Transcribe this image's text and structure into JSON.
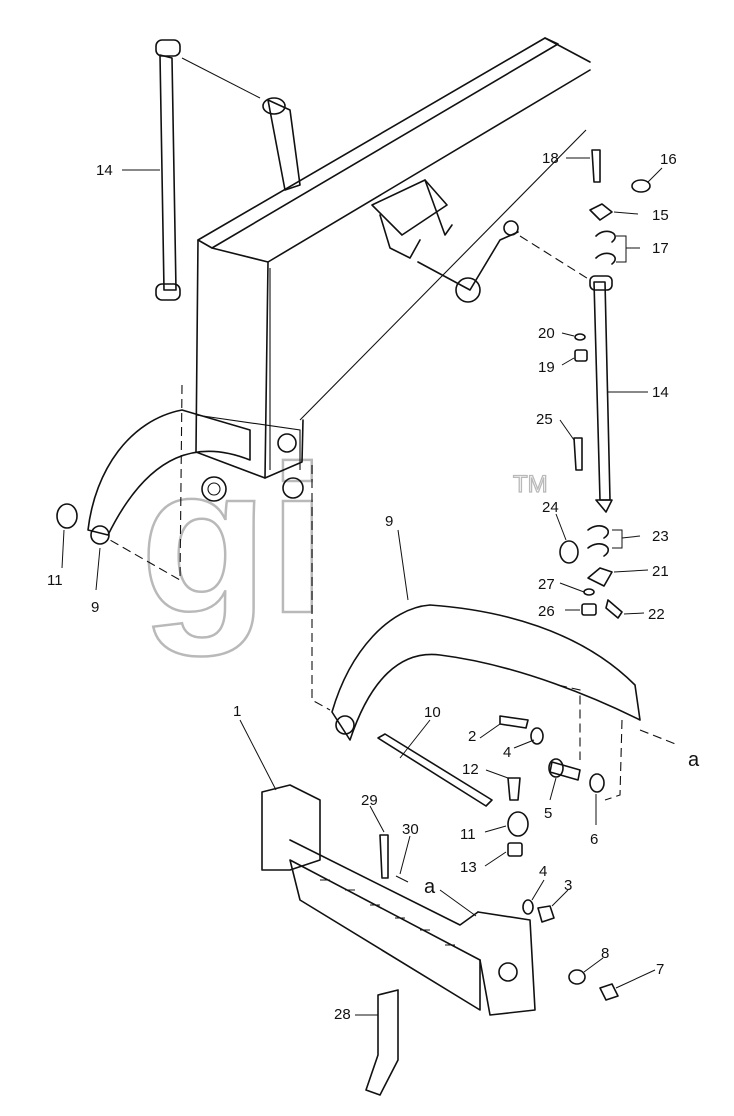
{
  "watermark": {
    "text": "gi",
    "trademark": "TM"
  },
  "callouts": [
    {
      "id": "c14a",
      "text": "14"
    },
    {
      "id": "c18",
      "text": "18"
    },
    {
      "id": "c16",
      "text": "16"
    },
    {
      "id": "c15",
      "text": "15"
    },
    {
      "id": "c17",
      "text": "17"
    },
    {
      "id": "c20",
      "text": "20"
    },
    {
      "id": "c19",
      "text": "19"
    },
    {
      "id": "c14b",
      "text": "14"
    },
    {
      "id": "c25",
      "text": "25"
    },
    {
      "id": "c24",
      "text": "24"
    },
    {
      "id": "c23",
      "text": "23"
    },
    {
      "id": "c21",
      "text": "21"
    },
    {
      "id": "c27",
      "text": "27"
    },
    {
      "id": "c26",
      "text": "26"
    },
    {
      "id": "c22",
      "text": "22"
    },
    {
      "id": "c11a",
      "text": "11"
    },
    {
      "id": "c9a",
      "text": "9"
    },
    {
      "id": "c9b",
      "text": "9"
    },
    {
      "id": "c10",
      "text": "10"
    },
    {
      "id": "c2",
      "text": "2"
    },
    {
      "id": "c4a",
      "text": "4"
    },
    {
      "id": "c12",
      "text": "12"
    },
    {
      "id": "c5",
      "text": "5"
    },
    {
      "id": "c6",
      "text": "6"
    },
    {
      "id": "ca1",
      "text": "a"
    },
    {
      "id": "c1",
      "text": "1"
    },
    {
      "id": "c29",
      "text": "29"
    },
    {
      "id": "c30",
      "text": "30"
    },
    {
      "id": "c11b",
      "text": "11"
    },
    {
      "id": "c13",
      "text": "13"
    },
    {
      "id": "ca2",
      "text": "a"
    },
    {
      "id": "c4b",
      "text": "4"
    },
    {
      "id": "c3",
      "text": "3"
    },
    {
      "id": "c8",
      "text": "8"
    },
    {
      "id": "c7",
      "text": "7"
    },
    {
      "id": "c28",
      "text": "28"
    }
  ]
}
